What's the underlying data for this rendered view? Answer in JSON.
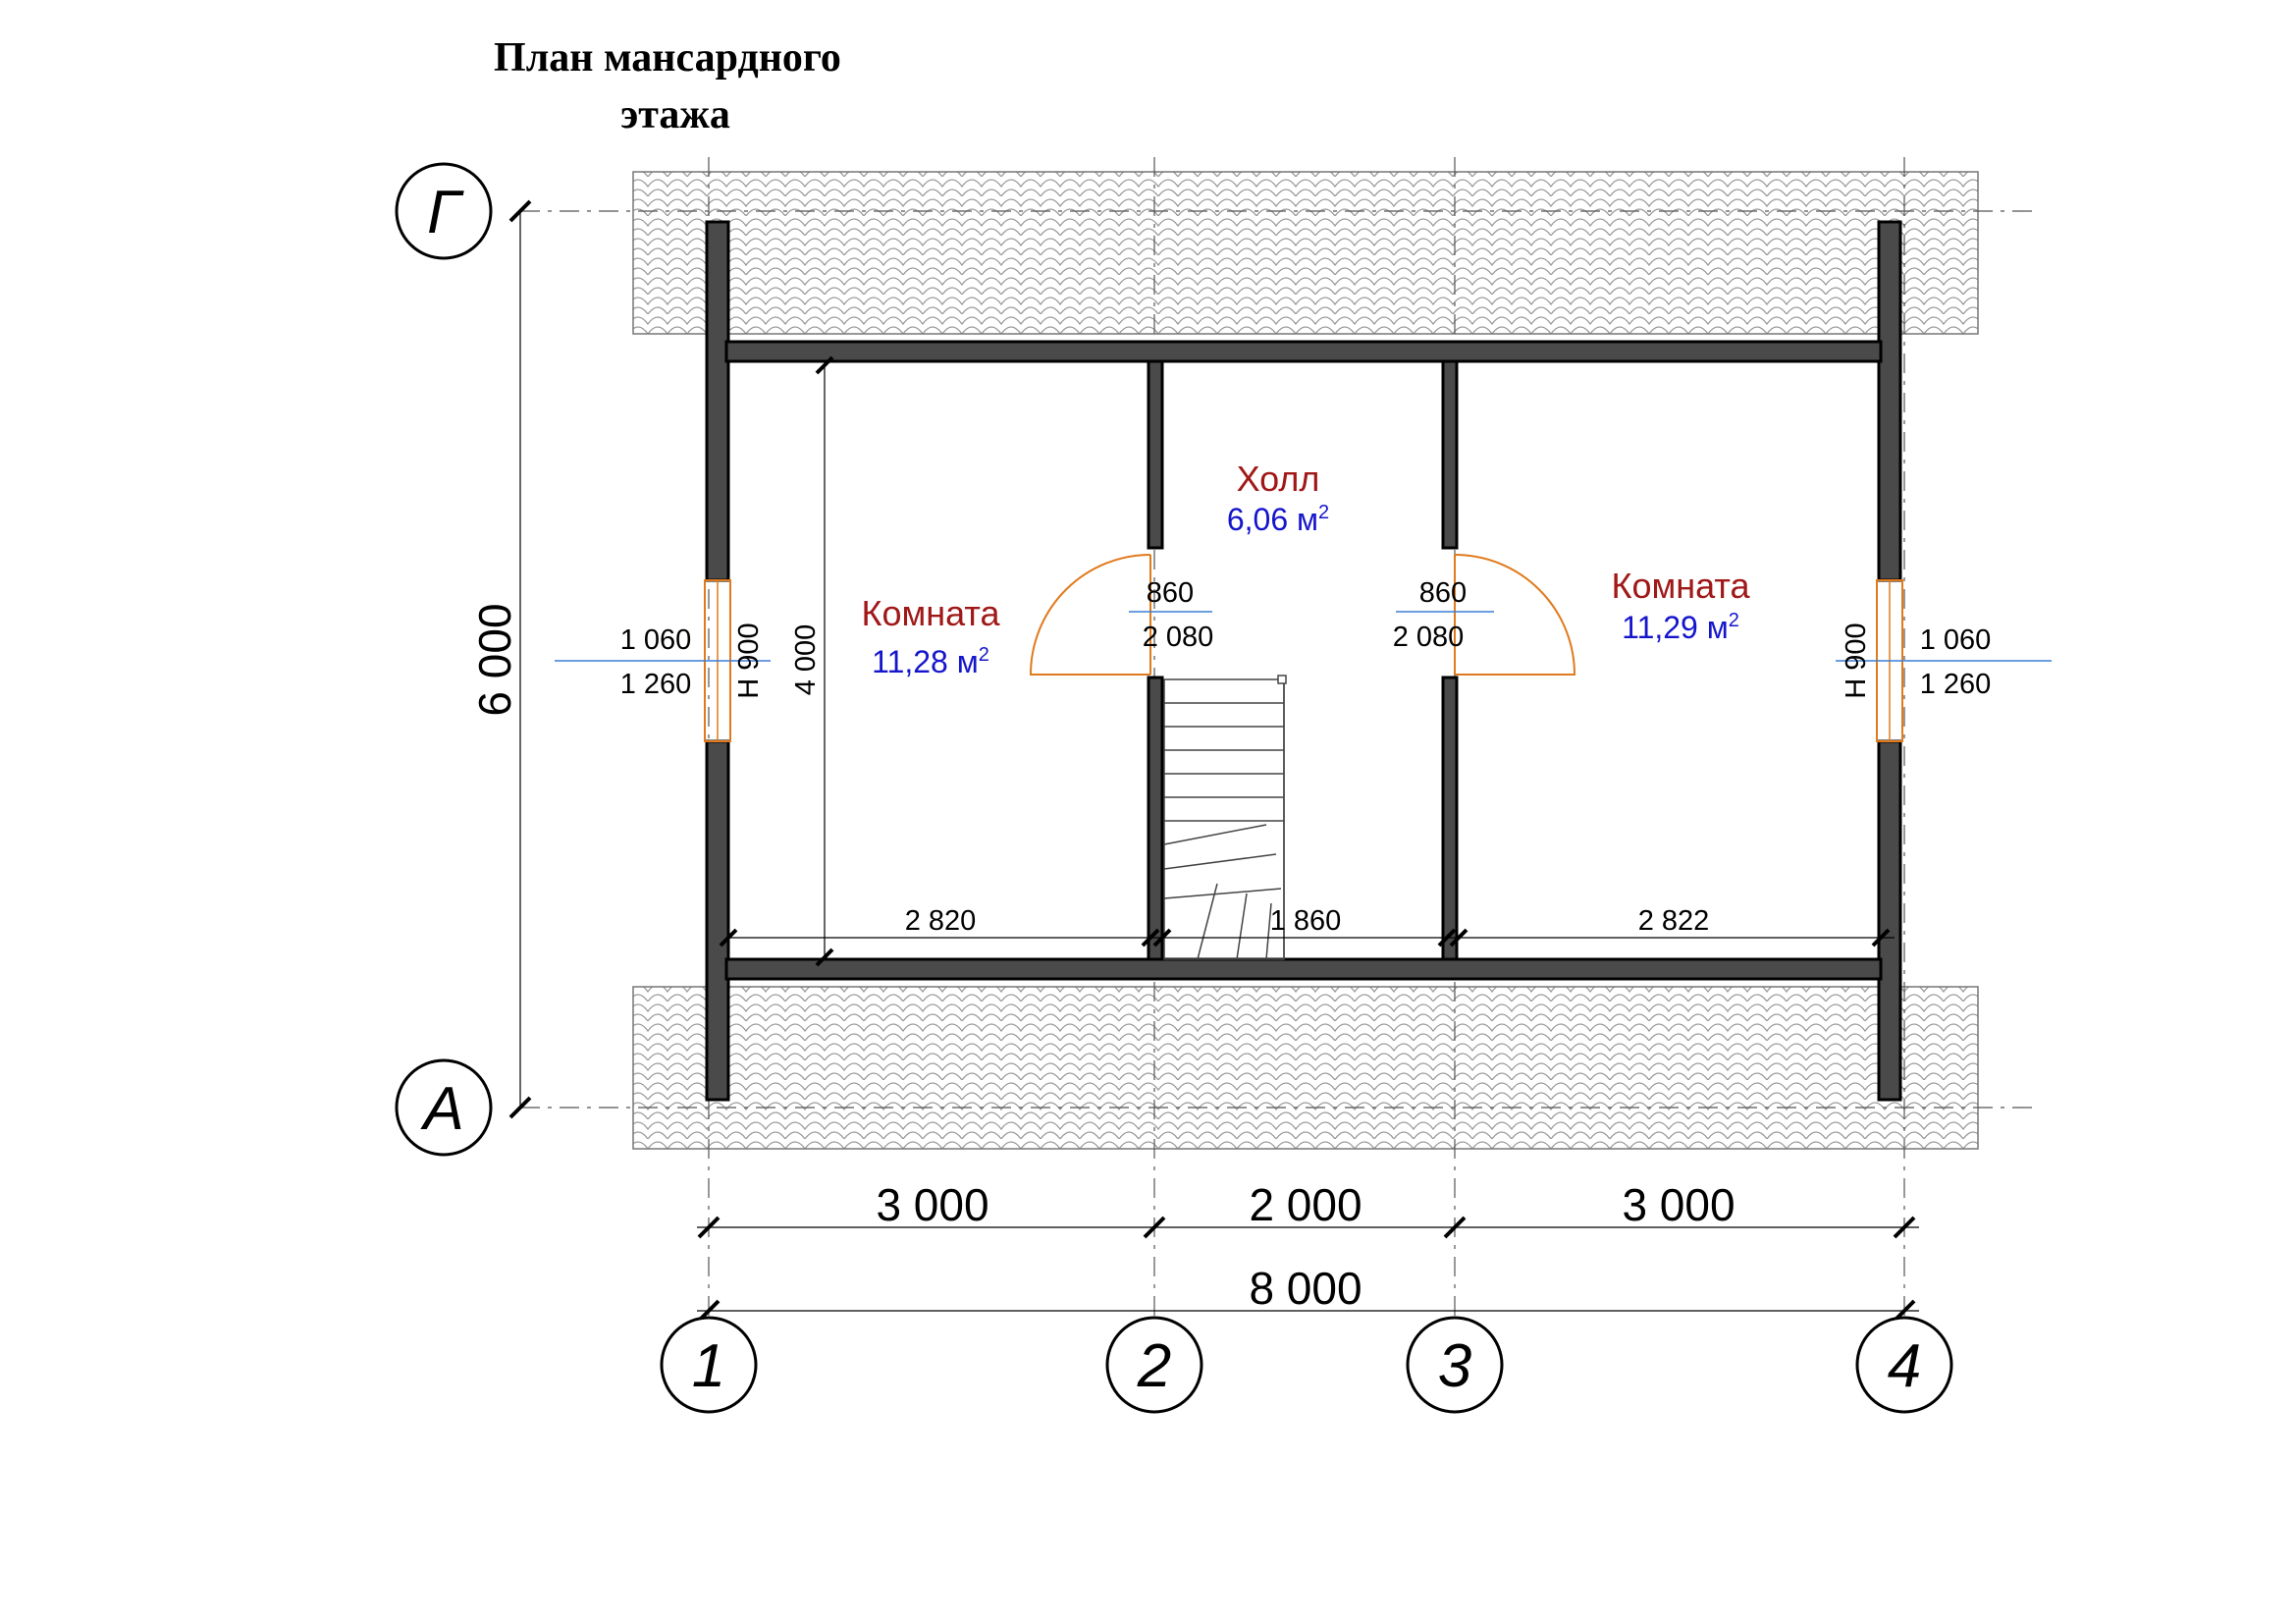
{
  "title": {
    "line1": "План мансардного",
    "line2": "этажа"
  },
  "axes": {
    "rows": [
      "Г",
      "А"
    ],
    "cols": [
      "1",
      "2",
      "3",
      "4"
    ]
  },
  "dimensions": {
    "overall_height": "6 000",
    "inner_height": "4 000",
    "spans": [
      "3 000",
      "2 000",
      "3 000"
    ],
    "overall_width": "8 000",
    "inner_spans": [
      "2 820",
      "1 860",
      "2 822"
    ]
  },
  "rooms": [
    {
      "name": "Комната",
      "area": "11,28 м",
      "sup": "2"
    },
    {
      "name": "Холл",
      "area": "6,06 м",
      "sup": "2"
    },
    {
      "name": "Комната",
      "area": "11,29 м",
      "sup": "2"
    }
  ],
  "doors": [
    {
      "width": "860",
      "height": "2 080"
    },
    {
      "width": "860",
      "height": "2 080"
    }
  ],
  "windows": [
    {
      "width": "1 060",
      "height": "1 260",
      "sill": "Н 900"
    },
    {
      "width": "1 060",
      "height": "1 260",
      "sill": "Н 900"
    }
  ]
}
